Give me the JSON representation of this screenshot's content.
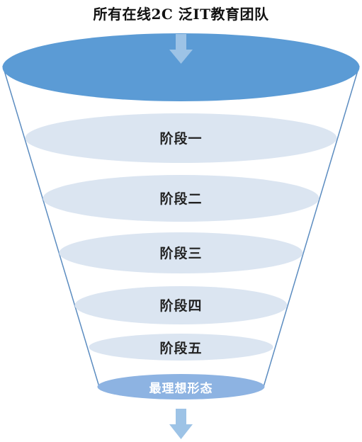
{
  "title": "所有在线2C 泛IT教育团队",
  "stages": [
    {
      "label": "阶段一"
    },
    {
      "label": "阶段二"
    },
    {
      "label": "阶段三"
    },
    {
      "label": "阶段四"
    },
    {
      "label": "阶段五"
    }
  ],
  "ideal_state": {
    "label": "最理想形态"
  },
  "colors": {
    "top_ellipse": "#5b9bd5",
    "stage_ellipse": "#dbe5f1",
    "ideal_ellipse": "#8db3e2",
    "arrow": "#9dc3e6",
    "funnel_outline": "#5b8cc0"
  },
  "icons": {
    "top_arrow": "down-arrow-icon",
    "bottom_arrow": "down-arrow-icon"
  }
}
